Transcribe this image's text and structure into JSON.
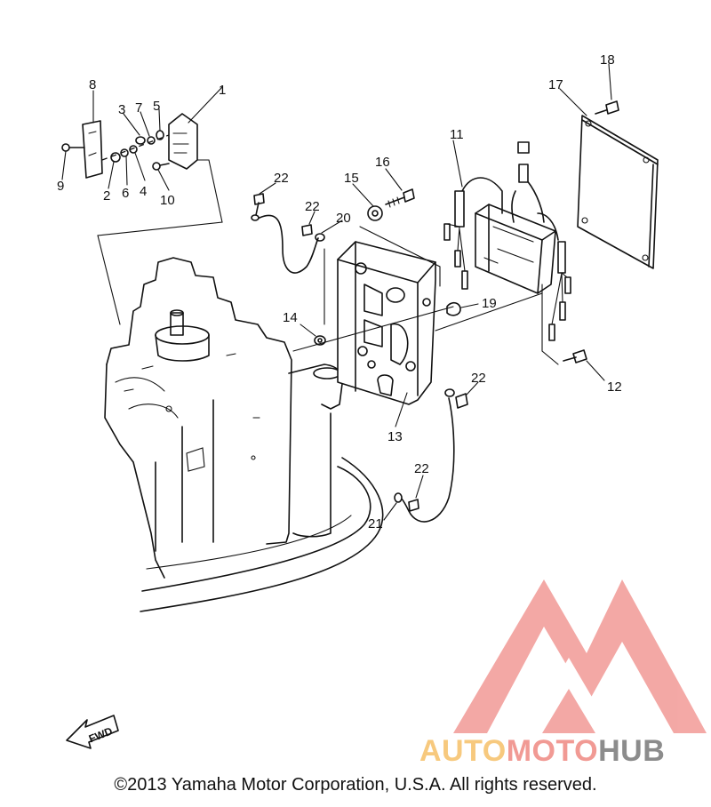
{
  "diagram": {
    "callouts": [
      "1",
      "2",
      "3",
      "4",
      "5",
      "6",
      "7",
      "8",
      "9",
      "10",
      "11",
      "12",
      "13",
      "14",
      "15",
      "16",
      "17",
      "18",
      "19",
      "20",
      "21",
      "22",
      "22",
      "22",
      "22"
    ],
    "fwd_label": "FWD"
  },
  "watermark": {
    "part1": "AUTO",
    "part2": "MOTO",
    "part3": "HUB",
    "colors": {
      "auto": "#f7c97e",
      "moto": "#f19a94",
      "hub": "#8c8c8c",
      "logo": "#f29a96"
    }
  },
  "footer": {
    "copyright": "©2013 Yamaha Motor Corporation, U.S.A. All rights reserved."
  }
}
